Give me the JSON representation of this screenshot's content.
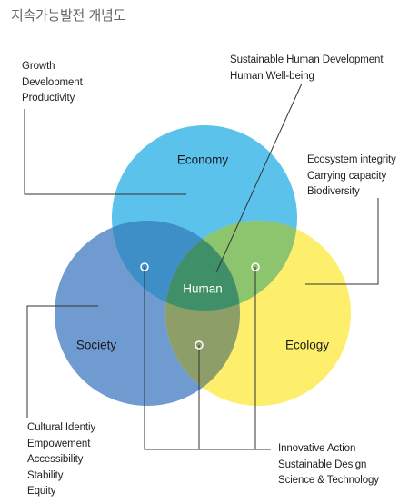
{
  "title": "지속가능발전 개념도",
  "circles": {
    "economy": {
      "label": "Economy",
      "color": "#5bc2ec"
    },
    "society": {
      "label": "Society",
      "color": "#6f9bd1"
    },
    "ecology": {
      "label": "Ecology",
      "color": "#fdee6b"
    },
    "center": {
      "label": "Human",
      "color": "#3f8f68"
    }
  },
  "intersections": {
    "economy_society": "#3e8ec8",
    "economy_ecology": "#8cc56e",
    "society_ecology": "#8e9e68"
  },
  "annotations": {
    "economy": [
      "Growth",
      "Development",
      "Productivity"
    ],
    "human": [
      "Sustainable Human Development",
      "Human Well-being"
    ],
    "ecology": [
      "Ecosystem integrity",
      "Carrying capacity",
      "Biodiversity"
    ],
    "society": [
      "Cultural Identiy",
      "Empowement",
      "Accessibility",
      "Stability",
      "Equity"
    ],
    "intersections": [
      "Innovative Action",
      "Sustainable Design",
      "Science & Technology"
    ]
  }
}
